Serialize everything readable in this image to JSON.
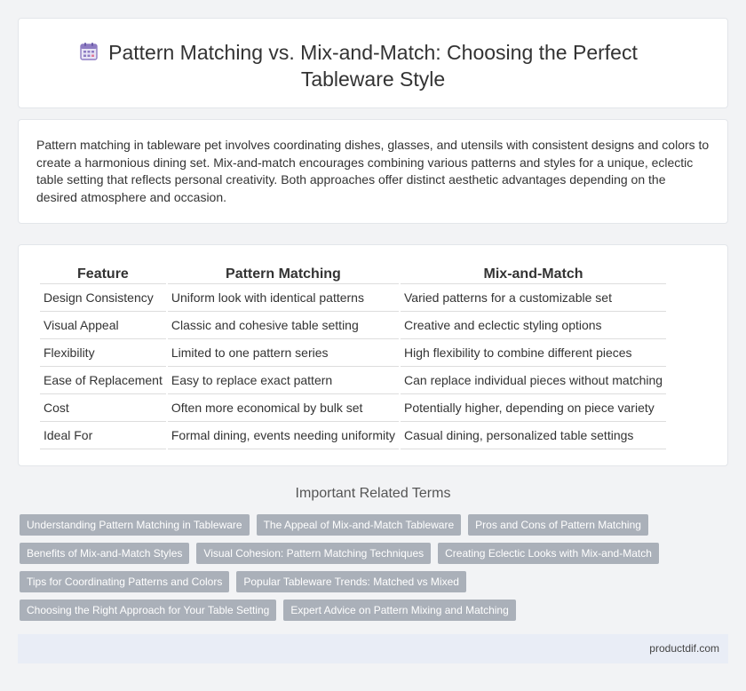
{
  "header": {
    "title": "Pattern Matching vs. Mix-and-Match: Choosing the Perfect Tableware Style",
    "icon": "calendar-icon"
  },
  "intro": {
    "text": "Pattern matching in tableware pet involves coordinating dishes, glasses, and utensils with consistent designs and colors to create a harmonious dining set. Mix-and-match encourages combining various patterns and styles for a unique, eclectic table setting that reflects personal creativity. Both approaches offer distinct aesthetic advantages depending on the desired atmosphere and occasion."
  },
  "table": {
    "headers": [
      "Feature",
      "Pattern Matching",
      "Mix-and-Match"
    ],
    "rows": [
      [
        "Design Consistency",
        "Uniform look with identical patterns",
        "Varied patterns for a customizable set"
      ],
      [
        "Visual Appeal",
        "Classic and cohesive table setting",
        "Creative and eclectic styling options"
      ],
      [
        "Flexibility",
        "Limited to one pattern series",
        "High flexibility to combine different pieces"
      ],
      [
        "Ease of Replacement",
        "Easy to replace exact pattern",
        "Can replace individual pieces without matching"
      ],
      [
        "Cost",
        "Often more economical by bulk set",
        "Potentially higher, depending on piece variety"
      ],
      [
        "Ideal For",
        "Formal dining, events needing uniformity",
        "Casual dining, personalized table settings"
      ]
    ]
  },
  "related": {
    "title": "Important Related Terms",
    "tags": [
      "Understanding Pattern Matching in Tableware",
      "The Appeal of Mix-and-Match Tableware",
      "Pros and Cons of Pattern Matching",
      "Benefits of Mix-and-Match Styles",
      "Visual Cohesion: Pattern Matching Techniques",
      "Creating Eclectic Looks with Mix-and-Match",
      "Tips for Coordinating Patterns and Colors",
      "Popular Tableware Trends: Matched vs Mixed",
      "Choosing the Right Approach for Your Table Setting",
      "Expert Advice on Pattern Mixing and Matching"
    ]
  },
  "footer": {
    "site": "productdif.com"
  },
  "colors": {
    "background": "#f2f3f5",
    "tag": "#aab0b9",
    "footer": "#e9edf6",
    "icon": "#8e7cc3"
  }
}
